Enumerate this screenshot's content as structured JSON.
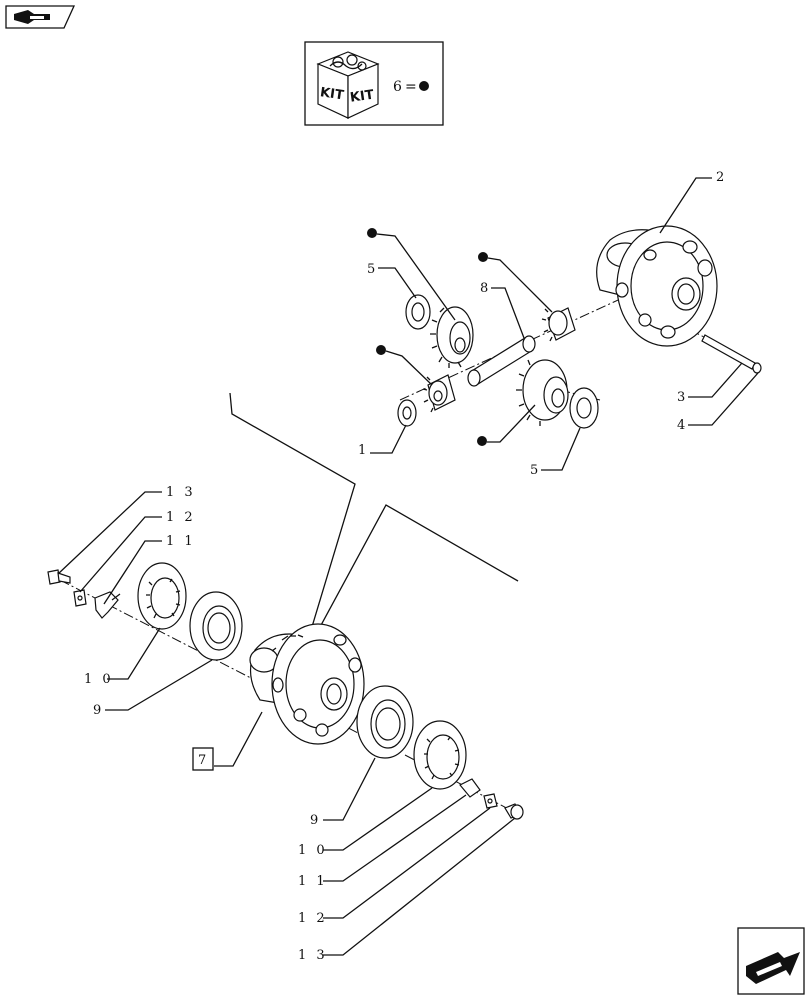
{
  "kit_box": {
    "kit_word_left": "KIT",
    "kit_word_right": "KIT",
    "legend_number": "6",
    "legend_equals": "="
  },
  "callouts": {
    "c1": "1",
    "c2": "2",
    "c3": "3",
    "c4": "4",
    "c5a": "5",
    "c5b": "5",
    "c7": "7",
    "c8": "8",
    "c9a": "9",
    "c9b": "9",
    "c10a": "1 0",
    "c10b": "1 0",
    "c11a": "1 1",
    "c11b": "1 1",
    "c12a": "1 2",
    "c12b": "1 2",
    "c13a": "1 3",
    "c13b": "1 3"
  },
  "icons": {
    "top_left": "back-arrow-tag-icon",
    "bottom_right": "next-page-arrow-icon",
    "kit": "kit-box-icon",
    "bullet": "kit-bullet-icon"
  },
  "colors": {
    "ink": "#111111",
    "paper": "#ffffff"
  }
}
